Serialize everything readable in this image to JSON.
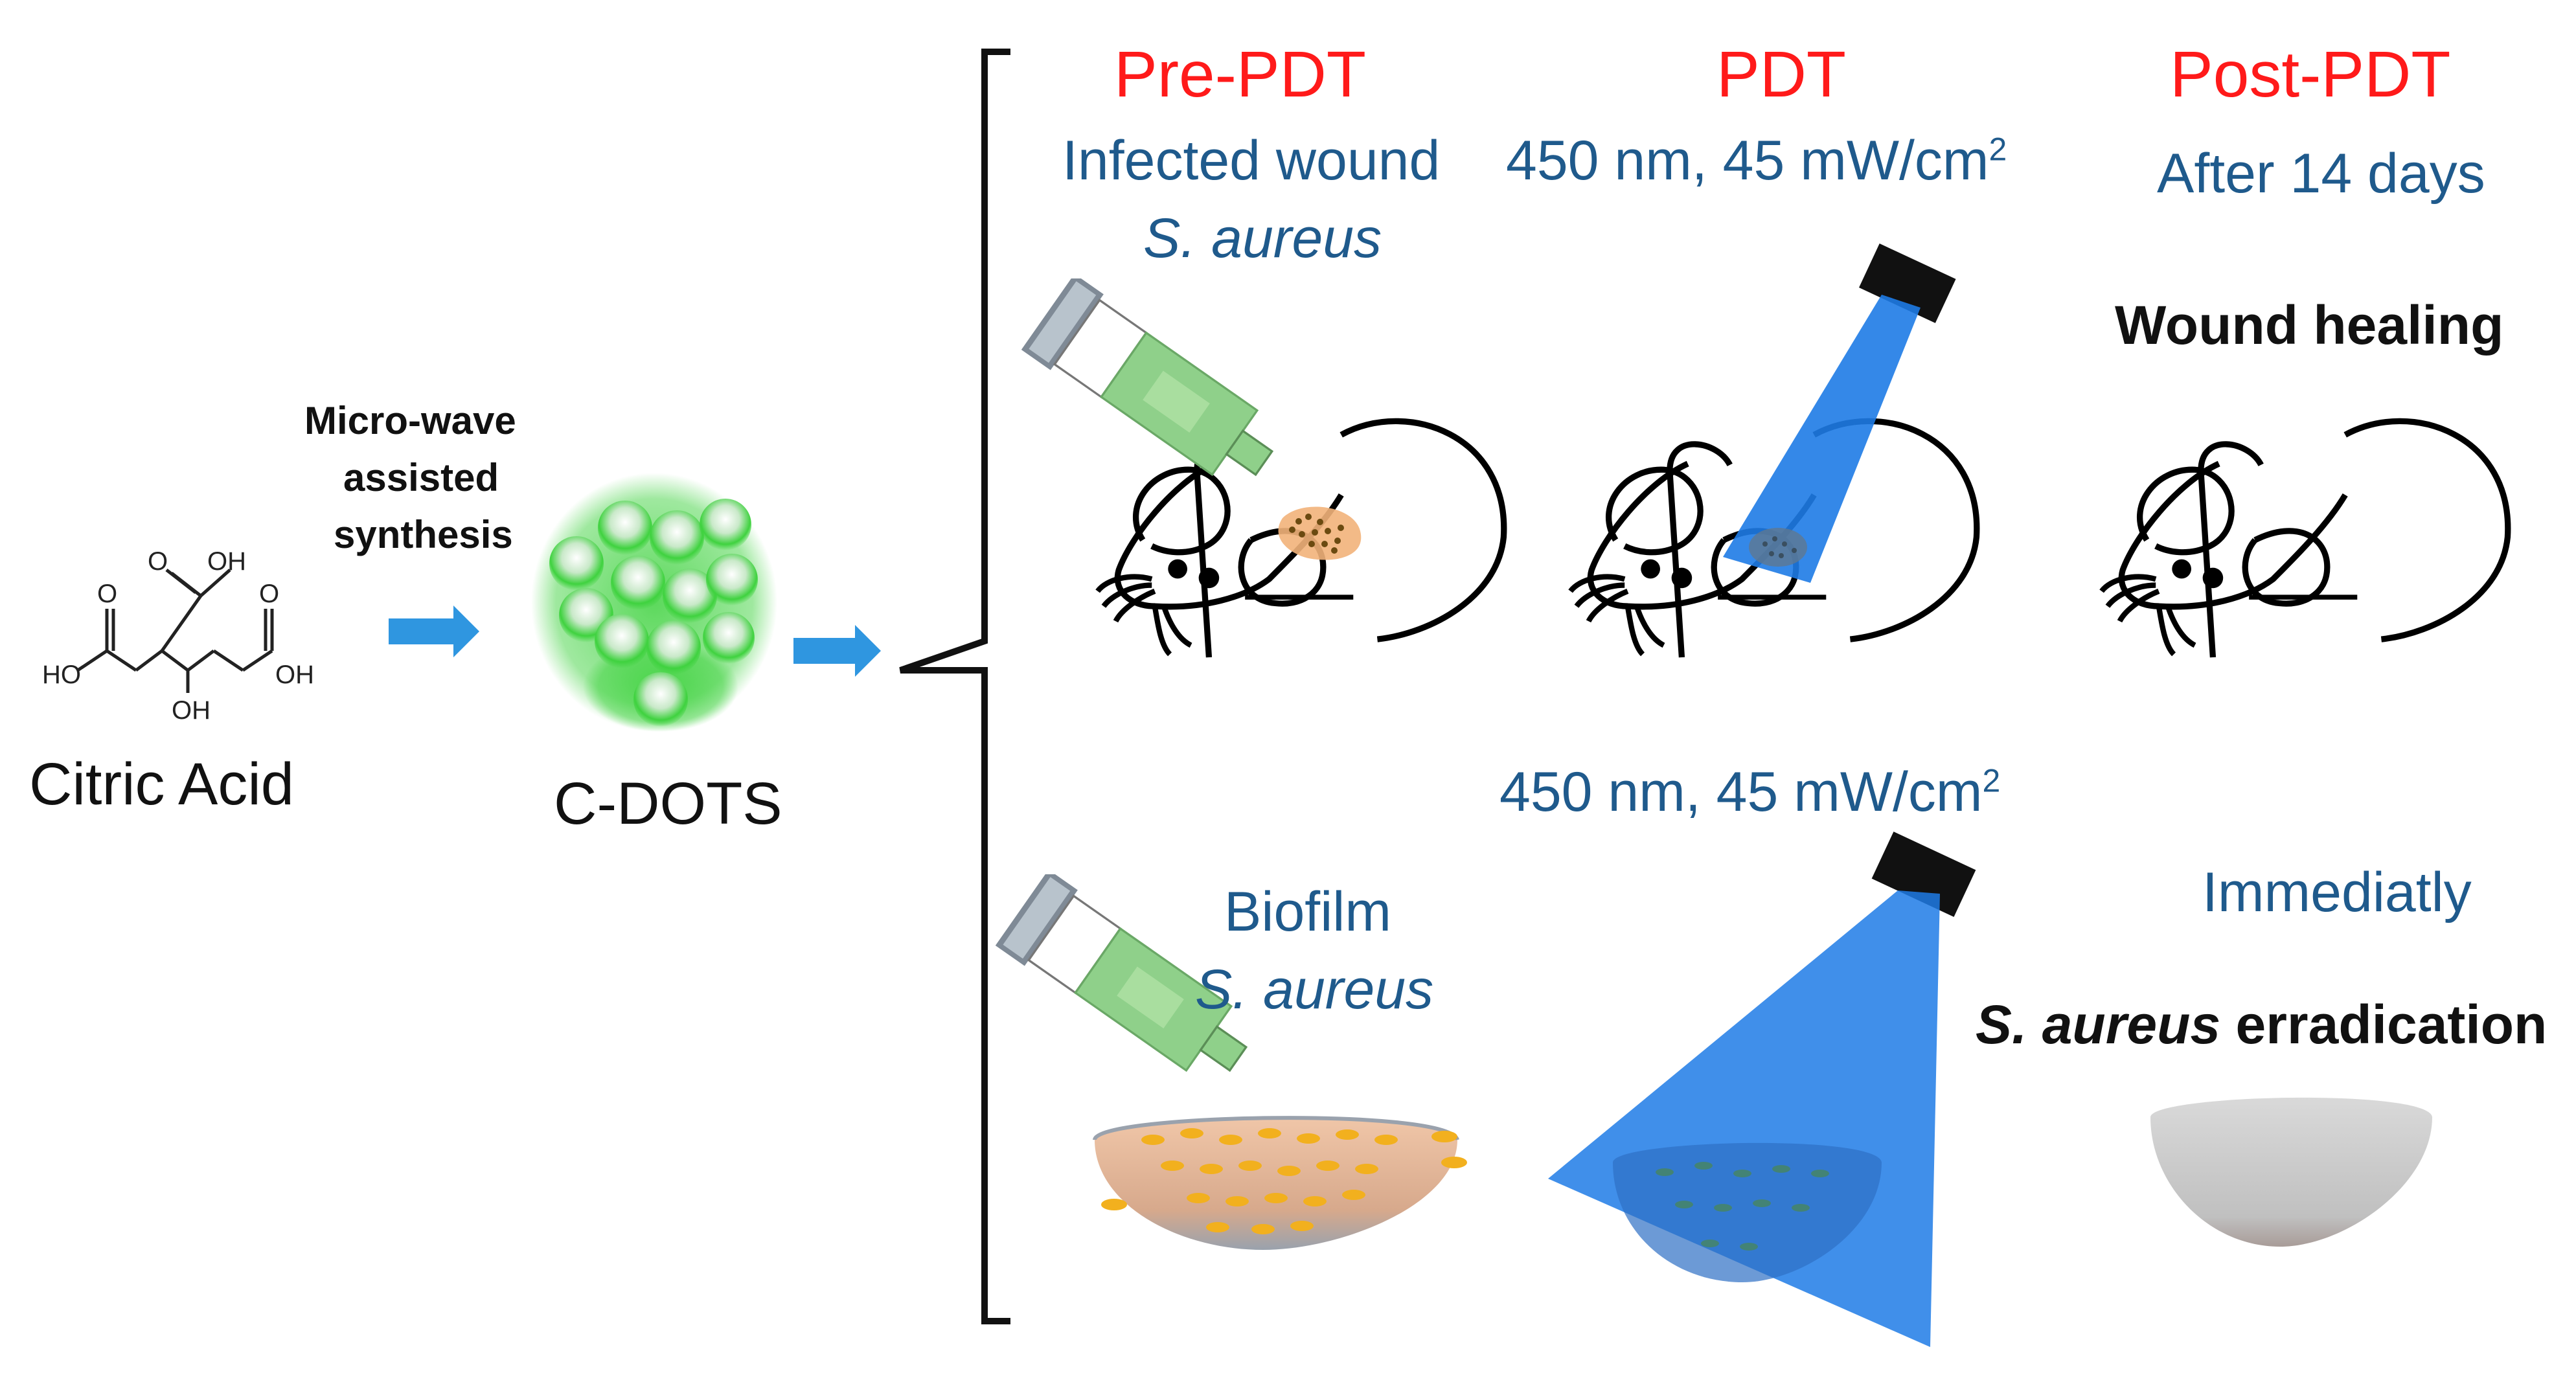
{
  "left": {
    "citric_acid_label": "Citric Acid",
    "molecule_atoms": {
      "o1": "O",
      "o2": "O",
      "o3": "O",
      "oh_top": "OH",
      "oh_right": "OH",
      "oh_center": "OH",
      "ho_left": "HO"
    },
    "process_lines": [
      "Micro-wave",
      "assisted",
      "synthesis"
    ],
    "cdots_label": "C-DOTS"
  },
  "columns": {
    "pre": {
      "title": "Pre-PDT",
      "top_line1": "Infected wound",
      "top_line2": "S. aureus",
      "bottom_line1": "Biofilm",
      "bottom_line2": "S. aureus"
    },
    "pdt": {
      "title": "PDT",
      "top_param": "450 nm, 45 mW/cm",
      "top_sup": "2",
      "bottom_param": "450 nm, 45 mW/cm",
      "bottom_sup": "2"
    },
    "post": {
      "title": "Post-PDT",
      "top_line1": "After 14 days",
      "top_result": "Wound healing",
      "bottom_line1": "Immediatly",
      "bottom_result_italic": "S. aureus",
      "bottom_result_rest": " erradication"
    }
  },
  "colors": {
    "title_red": "#ff1a1a",
    "text_blue": "#1f5a8c",
    "light_beam": "#1e7be6",
    "arrow_blue": "#2f96e0",
    "dots_green": "#3fd23f",
    "syringe_green": "#8fd08a",
    "wound_orange": "#f2b27a",
    "bacteria_yellow": "#f2b01e",
    "dish_grey": "#c8c8c8"
  },
  "icons": [
    "citric-acid-structure",
    "arrow-right-icon",
    "carbon-dots-cluster",
    "bracket",
    "syringe-icon",
    "mouse-icon",
    "lamp-icon",
    "light-beam",
    "petri-dish-icon"
  ]
}
